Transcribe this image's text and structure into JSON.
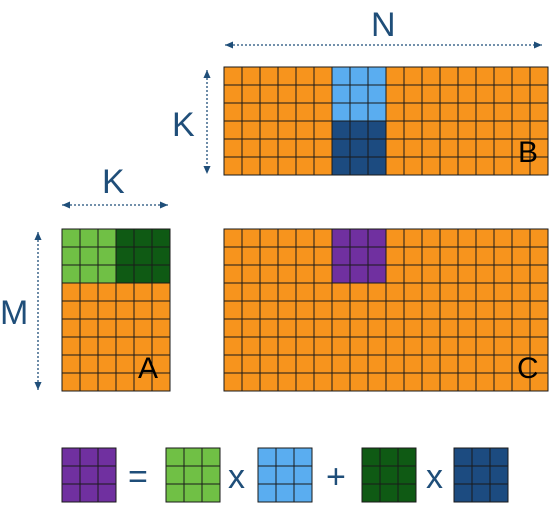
{
  "labels": {
    "n_dim": "N",
    "k_dim_top": "K",
    "k_dim_left": "K",
    "m_dim": "M",
    "matrix_a": "A",
    "matrix_b": "B",
    "matrix_c": "C"
  },
  "equation": {
    "equals": "=",
    "times_1": "x",
    "plus": "+",
    "times_2": "x"
  },
  "colors": {
    "base_orange": "#f7941d",
    "tile_purple": "#7030a0",
    "light_green": "#70c045",
    "dark_green": "#0f5a14",
    "light_blue": "#5aadf0",
    "dark_blue": "#1c4b80",
    "grid_line": "#1a1a1a",
    "dim_text": "#1f4e79"
  }
}
